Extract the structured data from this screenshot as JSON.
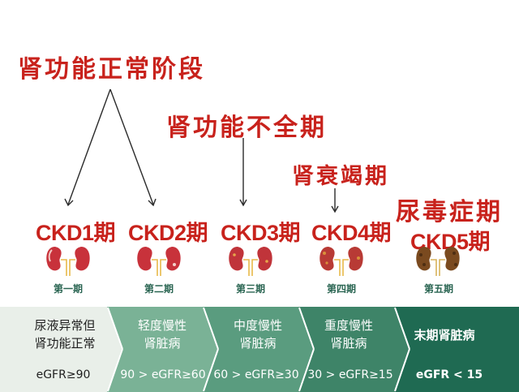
{
  "headers": {
    "normal": "肾功能正常阶段",
    "insufficiency": "肾功能不全期",
    "failure": "肾衰竭期",
    "uremia": "尿毒症期"
  },
  "stages": [
    {
      "ckd": "CKD1期",
      "phase": "第一期",
      "desc_lines": [
        "尿液异常但",
        "肾功能正常"
      ],
      "egfr": "eGFR≥90"
    },
    {
      "ckd": "CKD2期",
      "phase": "第二期",
      "desc_lines": [
        "轻度慢性",
        "肾脏病"
      ],
      "egfr": "90 > eGFR≥60"
    },
    {
      "ckd": "CKD3期",
      "phase": "第三期",
      "desc_lines": [
        "中度慢性",
        "肾脏病"
      ],
      "egfr": "60 > eGFR≥30"
    },
    {
      "ckd": "CKD4期",
      "phase": "第四期",
      "desc_lines": [
        "重度慢性",
        "肾脏病"
      ],
      "egfr": "30 > eGFR≥15"
    },
    {
      "ckd": "CKD5期",
      "phase": "第五期",
      "desc_lines": [
        "末期肾脏病"
      ],
      "egfr": "eGFR < 15"
    }
  ],
  "colors": {
    "header_red": "#c8221c",
    "band": [
      "#e9efe9",
      "#7ab296",
      "#5a9c7f",
      "#3e8468",
      "#1f6a52"
    ],
    "kidney_healthy": "#c8323b",
    "kidney_failed": "#7a4a1f"
  },
  "icons": [
    "kidney-icon"
  ]
}
